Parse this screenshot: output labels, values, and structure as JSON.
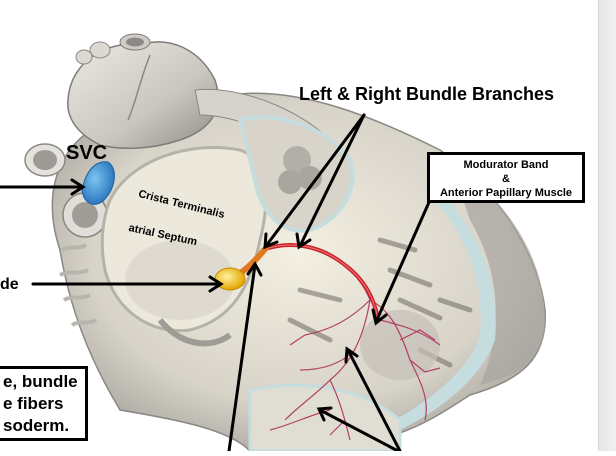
{
  "diagram": {
    "title_label": "Left & Right Bundle Branches",
    "labels": {
      "svc": "SVC",
      "crista_terminalis": "Crista Terminalis",
      "atrial_septum": "atrial Septum",
      "node_partial": "de"
    },
    "moderator_box": {
      "line1": "Modurator Band",
      "line2": "&",
      "line3": "Anterior Papillary Muscle"
    },
    "note_box": {
      "line1": "e, bundle",
      "line2": "e fibers",
      "line3": "soderm."
    },
    "colors": {
      "svc_node": "#3a8fd0",
      "av_node": "#f2b800",
      "bundle_his": "#e07a20",
      "bundle_branches": "#c8202a",
      "purkinje": "#b0305a",
      "tissue": "#d9d6cc",
      "septal_blue": "#c6dde0"
    }
  }
}
